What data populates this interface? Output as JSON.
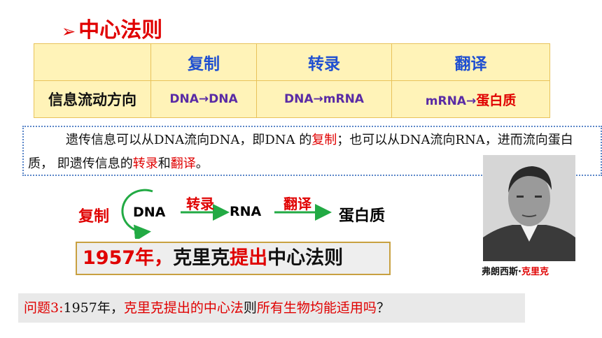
{
  "title": {
    "marker": "➢",
    "text": "中心法则"
  },
  "table": {
    "headers": [
      "",
      "复制",
      "转录",
      "翻译"
    ],
    "row_label": "信息流动方向",
    "cells": [
      {
        "plain": "DNA→DNA",
        "red": ""
      },
      {
        "plain": "DNA→mRNA",
        "red": ""
      },
      {
        "plain": "mRNA→",
        "red": "蛋白质"
      }
    ]
  },
  "paragraph": {
    "seg1": "遗传信息可以从DNA流向DNA，即DNA 的",
    "seg2_red": "复制",
    "seg3": "；也可以从DNA流向RNA，进而流向蛋白质， 即遗传信息的",
    "seg4_red": "转录",
    "seg5": "和",
    "seg6_red": "翻译",
    "seg7": "。"
  },
  "diagram": {
    "replicate_label": "复制",
    "dna": "DNA",
    "transcribe_label": "转录",
    "rna": "RNA",
    "translate_label": "翻译",
    "protein": "蛋白质",
    "colors": {
      "red": "#e00000",
      "green": "#22aa44"
    }
  },
  "banner": {
    "seg1_red": "1957年，",
    "seg2": "克里克",
    "seg3_red": "提出",
    "seg4": "中心法则"
  },
  "portrait": {
    "caption_plain": "弗朗西斯·",
    "caption_red": "克里克"
  },
  "question": {
    "label_red": "问题3:",
    "seg1": "1957年，",
    "seg2_red": "克里克提出的中心法",
    "seg3": "则",
    "seg4_red": "所有生物均能适用吗",
    "seg5": "？"
  }
}
